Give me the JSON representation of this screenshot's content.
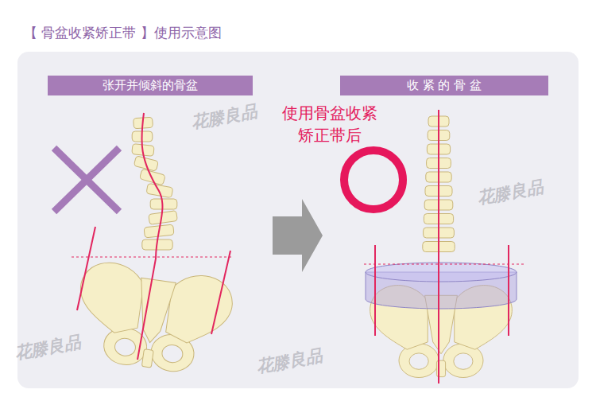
{
  "diagram": {
    "title": "【 骨盆收紧矫正带 】使用示意图",
    "nodes": [
      {
        "text": [
          "张开并倾斜的骨盆"
        ]
      },
      {
        "text": [
          "收 紧 的 骨 盆"
        ]
      }
    ],
    "labels": [
      "使用骨盆收紧矫正带后",
      "花滕良品",
      "花滕良品",
      "花滕良品",
      "花滕良品"
    ]
  }
}
